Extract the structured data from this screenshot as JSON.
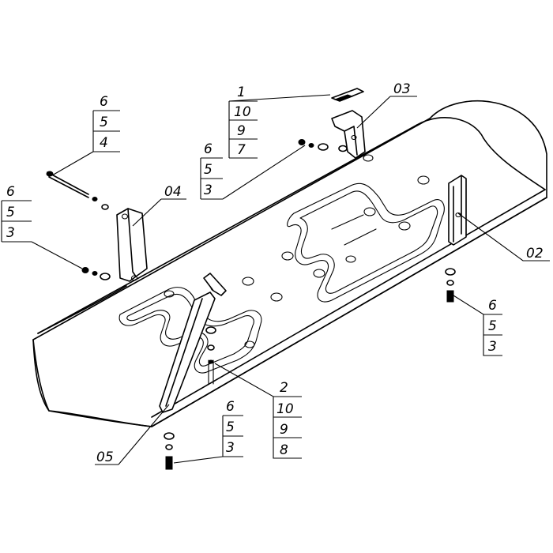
{
  "labels": {
    "stack_long_bolt": [
      "6",
      "5",
      "4"
    ],
    "stack_left": [
      "6",
      "5",
      "3"
    ],
    "part_04": "04",
    "stack_middle": [
      "6",
      "5",
      "3"
    ],
    "stack_top": [
      "1",
      "10",
      "9",
      "7"
    ],
    "part_03": "03",
    "part_02": "02",
    "stack_right": [
      "6",
      "5",
      "3"
    ],
    "stack_stud": [
      "2",
      "10",
      "9",
      "8"
    ],
    "stack_bottom": [
      "6",
      "5",
      "3"
    ],
    "part_05": "05"
  }
}
